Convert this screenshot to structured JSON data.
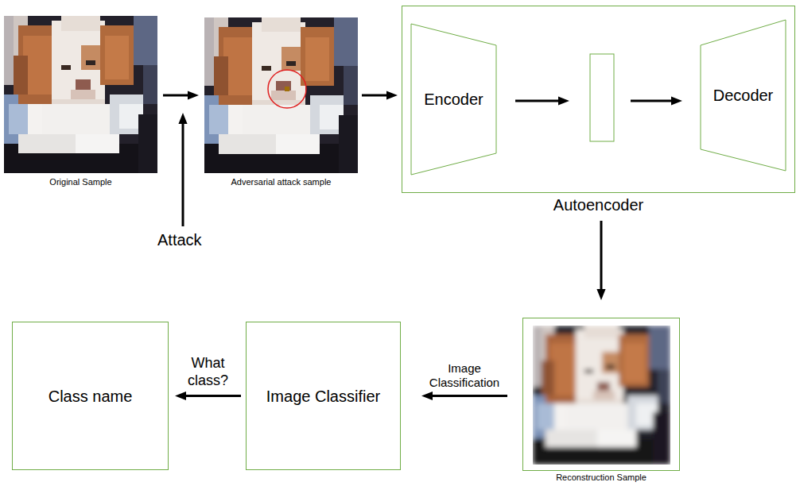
{
  "diagram": {
    "nodes": [
      {
        "text": [
          "Original Sample"
        ]
      },
      {
        "text": [
          "Adversarial attack sample"
        ]
      },
      {
        "text": [
          "Autoencoder"
        ]
      },
      {
        "text": [
          "Encoder"
        ],
        "in": 2
      },
      {
        "text": [
          "Decoder"
        ],
        "in": 2
      },
      {
        "text": [
          "Reconstruction Sample"
        ]
      },
      {
        "text": [
          "Image Classifier"
        ]
      },
      {
        "text": [
          "Class name"
        ]
      }
    ],
    "edges": [
      {
        "from": 0,
        "to": 1,
        "arrow": "to"
      },
      {
        "from": 1,
        "to": 2,
        "arrow": "to"
      },
      {
        "from": 2,
        "to": 5,
        "arrow": "to"
      },
      {
        "from": 5,
        "to": 6,
        "label": "Image Classification",
        "arrow": "to"
      },
      {
        "from": 6,
        "to": 7,
        "label": "What class?",
        "arrow": "to"
      }
    ],
    "labels": [
      "Attack"
    ]
  }
}
